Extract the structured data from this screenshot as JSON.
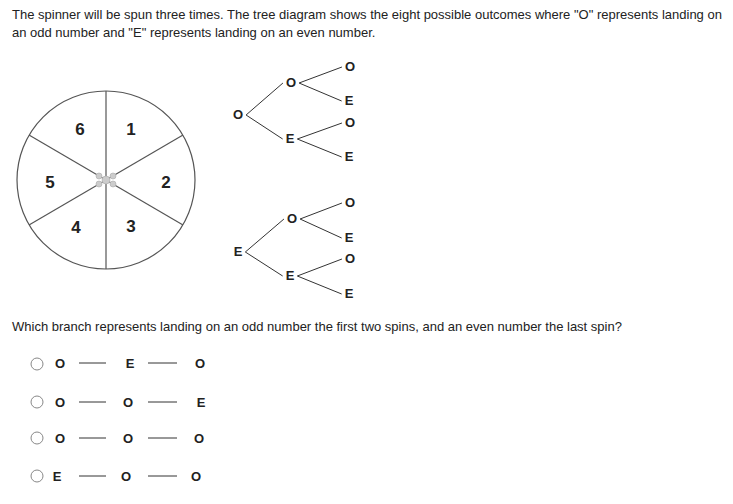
{
  "diagram": {
    "nodes": [
      {
        "text": [
          "O"
        ]
      },
      {
        "text": [
          "O"
        ]
      },
      {
        "text": [
          "O"
        ]
      },
      {
        "text": [
          "E"
        ]
      },
      {
        "text": [
          "E"
        ]
      },
      {
        "text": [
          "O"
        ]
      },
      {
        "text": [
          "E"
        ]
      },
      {
        "text": [
          "E"
        ]
      },
      {
        "text": [
          "O"
        ]
      },
      {
        "text": [
          "O"
        ]
      },
      {
        "text": [
          "E"
        ]
      },
      {
        "text": [
          "E"
        ]
      },
      {
        "text": [
          "O"
        ]
      },
      {
        "text": [
          "E"
        ]
      }
    ],
    "edges": [
      {
        "from": 0,
        "to": 1,
        "arrow": "none"
      },
      {
        "from": 1,
        "to": 2,
        "arrow": "none"
      },
      {
        "from": 1,
        "to": 3,
        "arrow": "none"
      },
      {
        "from": 0,
        "to": 4,
        "arrow": "none"
      },
      {
        "from": 4,
        "to": 5,
        "arrow": "none"
      },
      {
        "from": 4,
        "to": 6,
        "arrow": "none"
      },
      {
        "from": 7,
        "to": 8,
        "arrow": "none"
      },
      {
        "from": 8,
        "to": 9,
        "arrow": "none"
      },
      {
        "from": 8,
        "to": 10,
        "arrow": "none"
      },
      {
        "from": 7,
        "to": 11,
        "arrow": "none"
      },
      {
        "from": 11,
        "to": 12,
        "arrow": "none"
      },
      {
        "from": 11,
        "to": 13,
        "arrow": "none"
      }
    ],
    "labels": [
      "The spinner will be spun three times.  The tree diagram shows the eight possible outcomes where \"O\" represents landing on an odd number and \"E\" represents landing on an even number.",
      "6",
      "1",
      "5",
      "2",
      "4",
      "3",
      "Which branch represents landing on an odd number the first two spins, and an even number the last spin?",
      "O",
      "E",
      "O",
      "O",
      "O",
      "E",
      "O",
      "O",
      "O",
      "E",
      "O",
      "O"
    ]
  }
}
